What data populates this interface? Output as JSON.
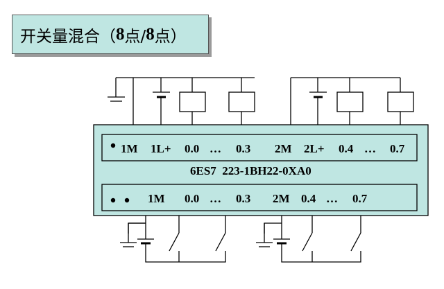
{
  "title": {
    "prefix": "开关量混合（",
    "a": "8",
    "b": "点/",
    "c": "8",
    "d": "点）"
  },
  "module": {
    "part_number": "6ES7  223-1BH22-0XA0",
    "output_row": [
      "1M",
      "1L+",
      "0.0",
      "…",
      "0.3",
      "2M",
      "2L+",
      "0.4",
      "…",
      "0.7"
    ],
    "input_row": [
      "1M",
      "0.0",
      "…",
      "0.3",
      "2M",
      "0.4",
      "…",
      "0.7"
    ]
  },
  "colors": {
    "module_fill": "#bfe6e2",
    "title_fill": "#bfe6e2",
    "line": "#000000"
  }
}
